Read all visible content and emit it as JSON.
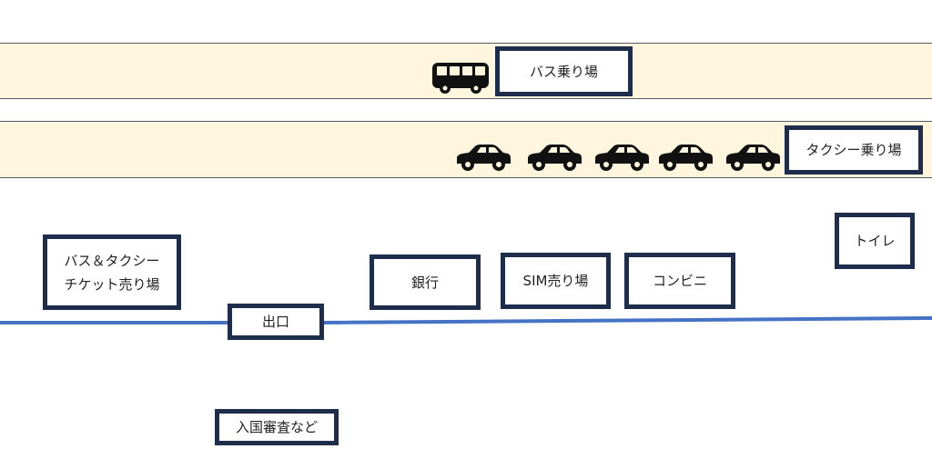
{
  "colors": {
    "band_fill": "#fff6dd",
    "band_border": "#5a5a66",
    "box_border": "#1f2d4d",
    "path_line": "#4472c4",
    "icon": "#111111"
  },
  "bands": {
    "bus": {
      "label": "バス乗り場",
      "icon": "bus-icon"
    },
    "taxi": {
      "label": "タクシー乗り場",
      "icon": "car-icon",
      "car_count": 5
    }
  },
  "places": {
    "ticket_line1": "バス＆タクシー",
    "ticket_line2": "チケット売り場",
    "exit": "出口",
    "bank": "銀行",
    "sim": "SIM売り場",
    "convenience": "コンビニ",
    "toilet": "トイレ",
    "immigration": "入国審査など"
  }
}
